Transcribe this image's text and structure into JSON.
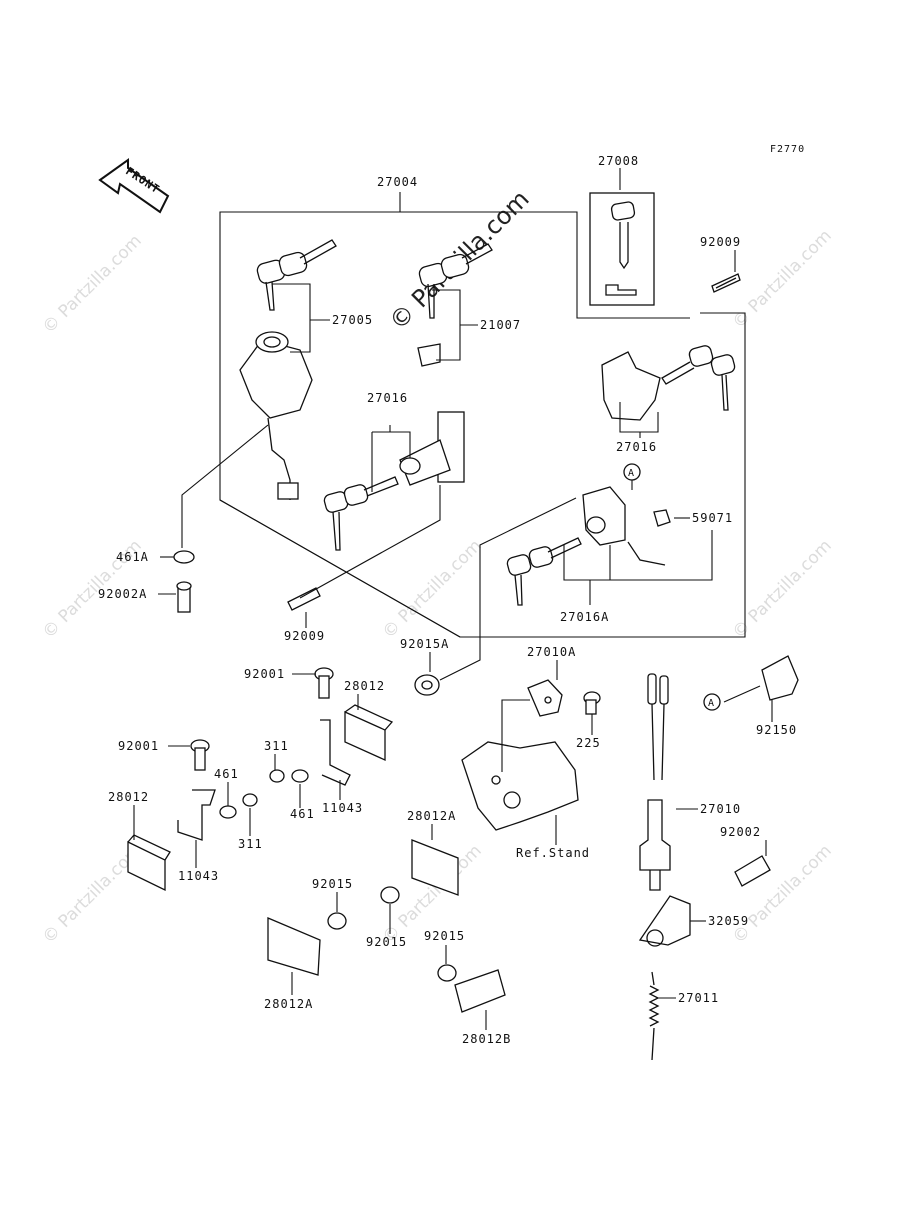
{
  "diagram": {
    "figure_code": "F2770",
    "watermark": "© Partzilla.com",
    "front_label": "FRONT",
    "callout_a": "A",
    "reference_label": "Ref.Stand",
    "labels": {
      "p27004": "27004",
      "p27008": "27008",
      "p92009_top": "92009",
      "p27005": "27005",
      "p21007": "21007",
      "p27016_top": "27016",
      "p27016_right": "27016",
      "p461A": "461A",
      "p92002A": "92002A",
      "p92009_bottom": "92009",
      "p59071": "59071",
      "p27016A": "27016A",
      "p92015A": "92015A",
      "p27010A": "27010A",
      "p225": "225",
      "p92150": "92150",
      "p92001_a": "92001",
      "p28012_a": "28012",
      "p92001_b": "92001",
      "p311_a": "311",
      "p461_a": "461",
      "p461_b": "461",
      "p11043_a": "11043",
      "p28012_b": "28012",
      "p311_b": "311",
      "p11043_b": "11043",
      "p28012A_a": "28012A",
      "p27010": "27010",
      "p92002": "92002",
      "p92015_a": "92015",
      "p92015_b": "92015",
      "p92015_c": "92015",
      "p32059": "32059",
      "p28012A_b": "28012A",
      "p27011": "27011",
      "p28012B": "28012B"
    }
  }
}
